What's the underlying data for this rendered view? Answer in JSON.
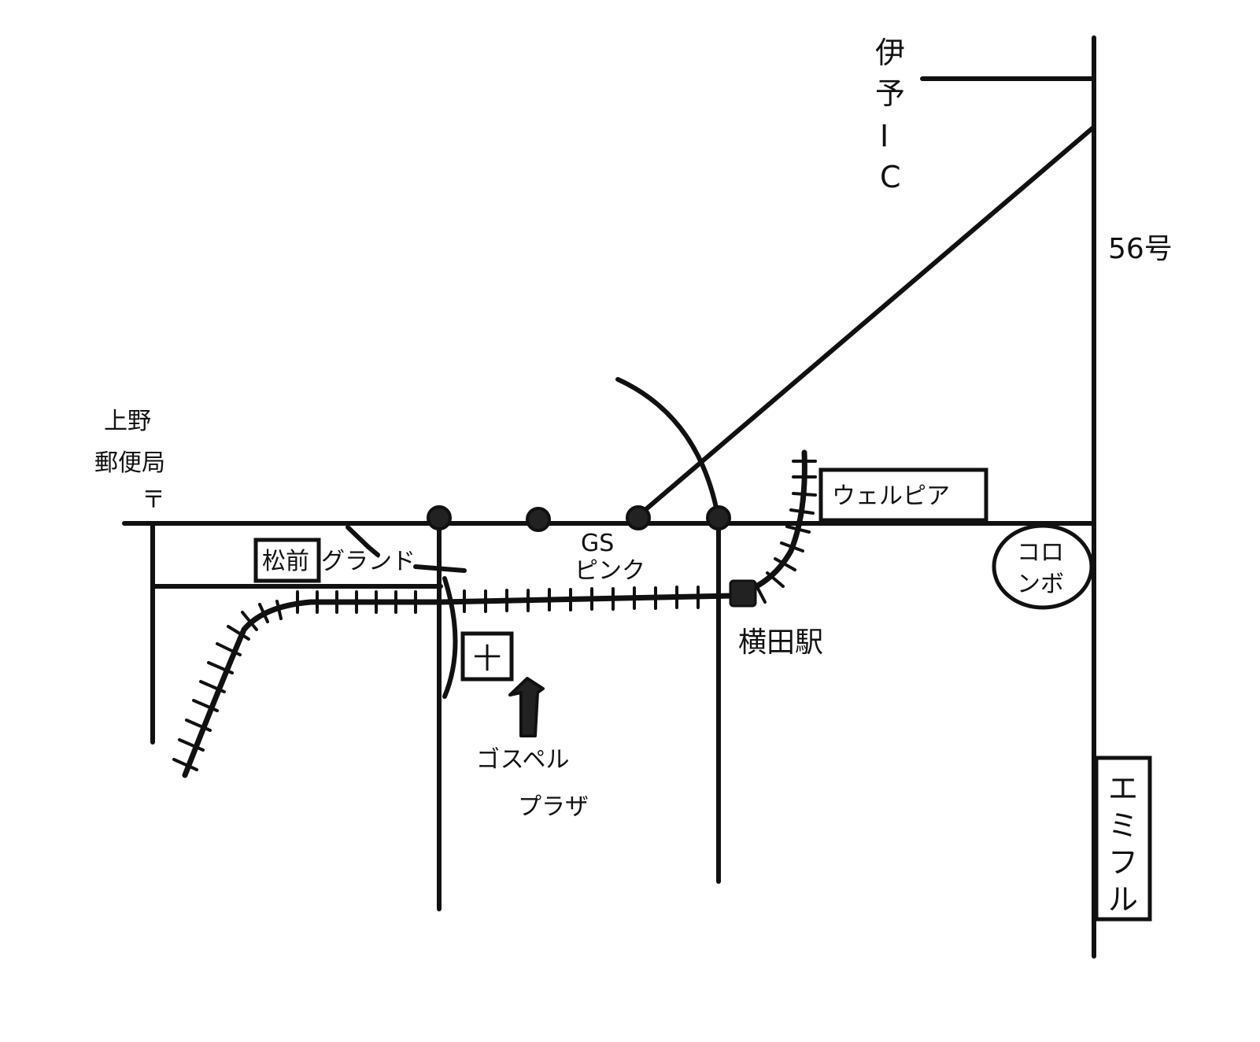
{
  "labels": {
    "iyo_ic_chars": [
      "伊",
      "予",
      "I",
      "C"
    ],
    "route_56": "56号",
    "ueno_post_line1": "上野",
    "ueno_post_line2": "郵便局",
    "post_mark": "〒",
    "matsumae": "松前",
    "grand": "グランド",
    "gs_line1": "GS",
    "gs_line2": "ピンク",
    "welpia": "ウェルピア",
    "colombo_line1": "コロ",
    "colombo_line2": "ンボ",
    "yokota_station": "横田駅",
    "church_cross": "十",
    "gospel_line1": "ゴスペル",
    "gospel_line2": "プラザ",
    "emifull_chars": [
      "エ",
      "ミ",
      "フ",
      "ル"
    ]
  },
  "colors": {
    "ink": "#111111",
    "paper": "#ffffff"
  },
  "icons": {
    "signal": "traffic-signal-icon",
    "arrow": "up-arrow-icon",
    "station": "station-square-icon"
  }
}
